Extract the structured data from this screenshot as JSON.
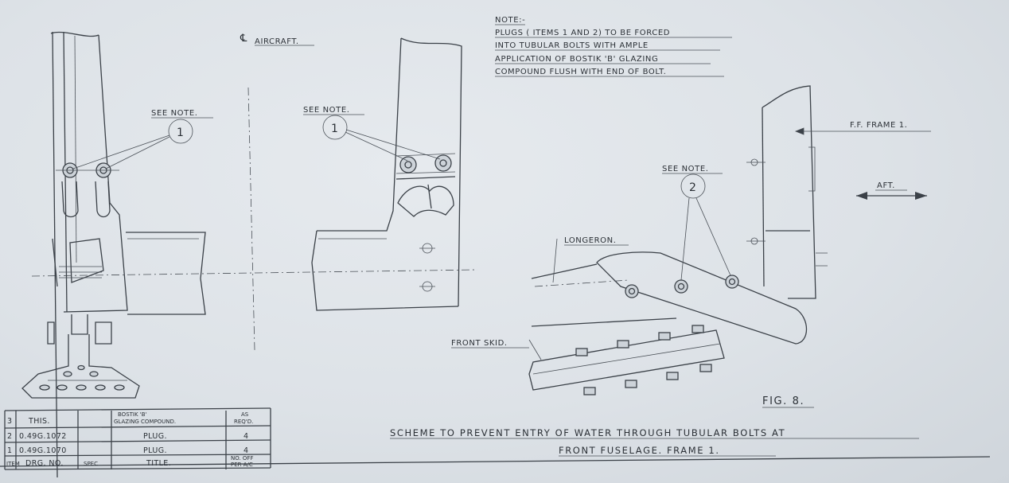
{
  "note": {
    "heading": "NOTE:-",
    "lines": [
      "PLUGS ( ITEMS 1 AND 2) TO BE FORCED",
      "INTO TUBULAR BOLTS WITH AMPLE",
      "APPLICATION OF BOSTIK 'B' GLAZING",
      "COMPOUND FLUSH WITH END OF BOLT."
    ]
  },
  "centreline": {
    "symbol": "℄",
    "label": "AIRCRAFT."
  },
  "callouts": [
    {
      "label": "SEE NOTE.",
      "item": "1"
    },
    {
      "label": "SEE NOTE.",
      "item": "1"
    },
    {
      "label": "SEE NOTE.",
      "item": "2"
    }
  ],
  "labels": {
    "ff_frame": "F.F. FRAME 1.",
    "aft": "AFT.",
    "longeron": "LONGERON.",
    "front_skid": "FRONT SKID."
  },
  "figure": {
    "label": "FIG. 8."
  },
  "title": {
    "line1": "SCHEME TO PREVENT ENTRY OF WATER THROUGH TUBULAR BOLTS AT",
    "line2": "FRONT FUSELAGE. FRAME 1."
  },
  "parts_table": {
    "rows": [
      {
        "item": "3",
        "drg_no": "THIS.",
        "spec": "",
        "title_l1": "BOSTIK 'B'",
        "title_l2": "GLAZING COMPOUND.",
        "qty_l1": "AS",
        "qty_l2": "REQ'D."
      },
      {
        "item": "2",
        "drg_no": "0.49G.1072",
        "spec": "",
        "title_l1": "PLUG.",
        "qty_l1": "4"
      },
      {
        "item": "1",
        "drg_no": "0.49G.1070",
        "spec": "",
        "title_l1": "PLUG.",
        "qty_l1": "4"
      }
    ],
    "header": {
      "item": "ITEM",
      "drg_no": "DRG. NO.",
      "spec": "SPEC",
      "title": "TITLE.",
      "qty_l1": "NO. OFF",
      "qty_l2": "PER A/C"
    }
  }
}
